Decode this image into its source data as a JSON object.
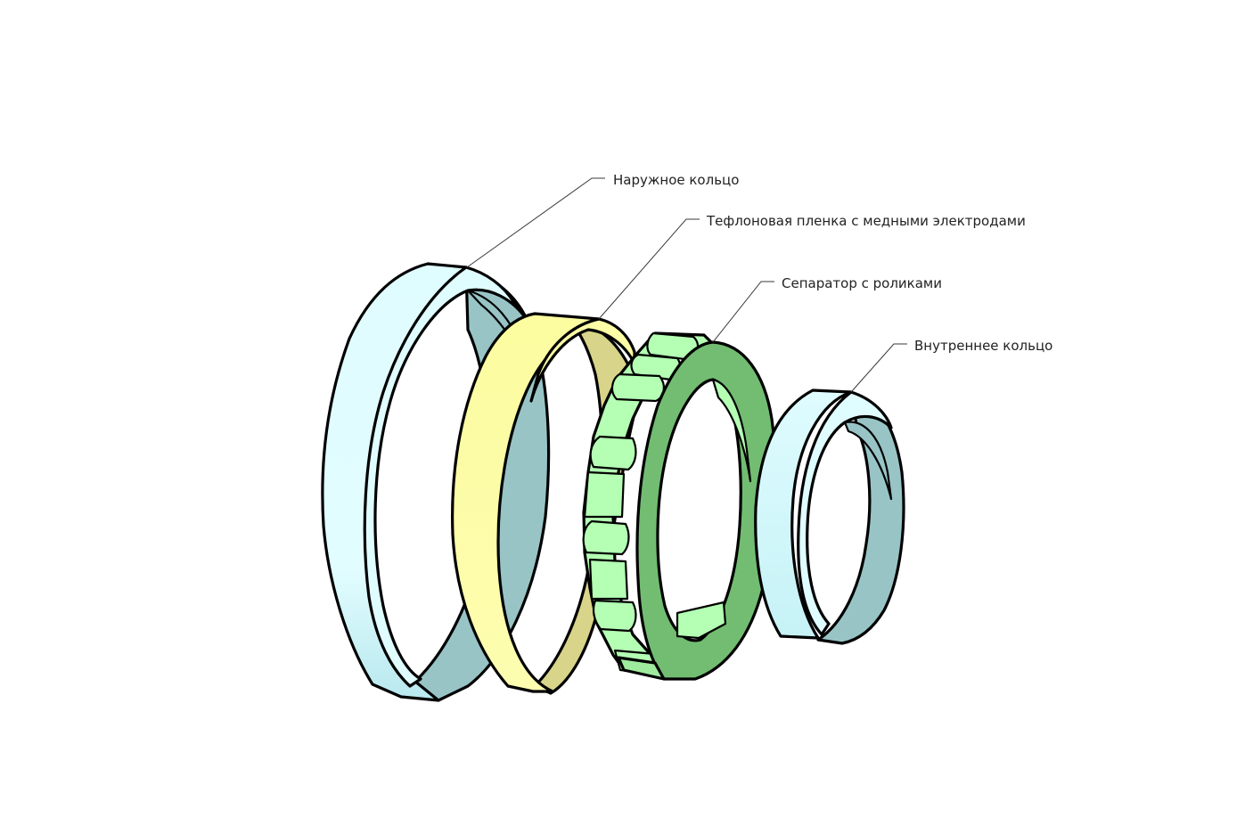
{
  "labels": {
    "outer_ring": "Наружное кольцо",
    "teflon_film": "Тефлоновая пленка с медными электродами",
    "cage": "Сепаратор с роликами",
    "inner_ring": "Внутреннее кольцо"
  },
  "colors": {
    "outer_face": "#dffcff",
    "outer_face_shade": "#bfeef3",
    "outer_inner": "#98c4c6",
    "film_face": "#fdfda6",
    "film_inner": "#d8d489",
    "cage_light": "#b4ffb4",
    "cage_mid": "#9eeb9e",
    "cage_dark": "#72bd72",
    "inner_face": "#dffcff",
    "inner_inner": "#98c4c6",
    "outline": "#000000"
  }
}
